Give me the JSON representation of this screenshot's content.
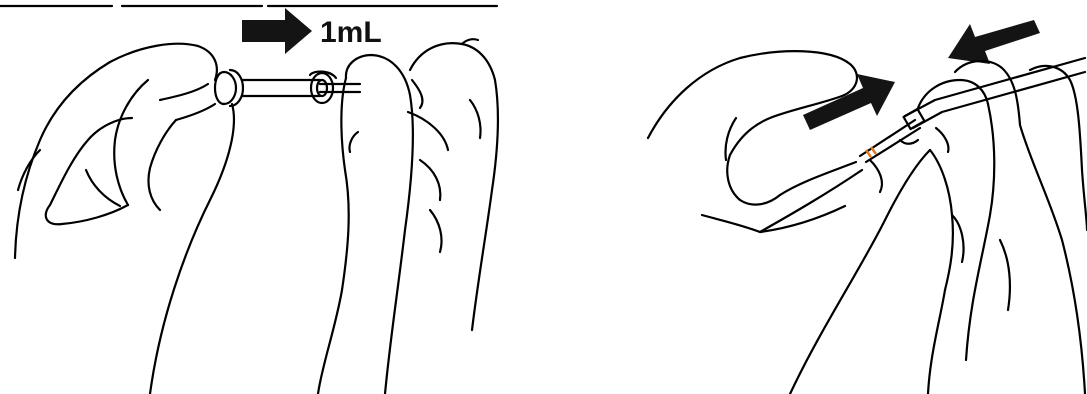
{
  "figure": {
    "left_panel": {
      "volume_label": "1mL",
      "arrow_direction": "right"
    },
    "right_panel": {
      "arrows": [
        "push-forward",
        "pull-back"
      ]
    },
    "colors": {
      "ink": "#000000",
      "arrow": "#141414",
      "band_orange": "#e07a1f"
    }
  }
}
